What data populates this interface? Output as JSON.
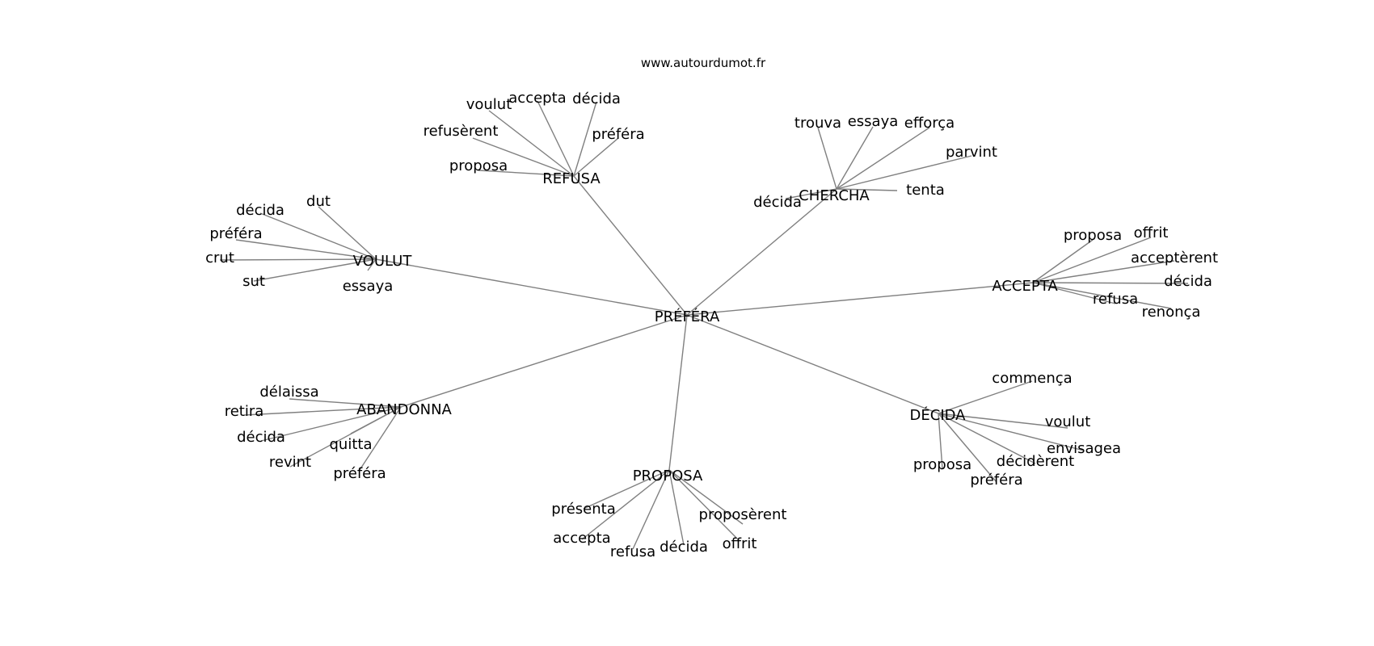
{
  "site": "www.autourdumot.fr",
  "colors": {
    "edge": "#808080",
    "text": "#000000",
    "background": "#ffffff"
  },
  "diagram": {
    "center": "PRÉFÉRA",
    "branches": [
      {
        "hub": "REFUSA",
        "leaves": [
          "voulut",
          "accepta",
          "décida",
          "refusèrent",
          "préféra",
          "proposa"
        ]
      },
      {
        "hub": "CHERCHA",
        "leaves": [
          "trouva",
          "essaya",
          "efforça",
          "parvint",
          "tenta",
          "décida"
        ]
      },
      {
        "hub": "VOULUT",
        "leaves": [
          "dut",
          "décida",
          "préféra",
          "crut",
          "sut",
          "essaya"
        ]
      },
      {
        "hub": "ACCEPTA",
        "leaves": [
          "proposa",
          "offrit",
          "acceptèrent",
          "décida",
          "refusa",
          "renonça"
        ]
      },
      {
        "hub": "ABANDONNA",
        "leaves": [
          "délaissa",
          "retira",
          "décida",
          "quitta",
          "revint",
          "préféra"
        ]
      },
      {
        "hub": "DÉCIDA",
        "leaves": [
          "commença",
          "voulut",
          "envisagea",
          "décidèrent",
          "préféra",
          "proposa"
        ]
      },
      {
        "hub": "PROPOSA",
        "leaves": [
          "présenta",
          "proposèrent",
          "accepta",
          "refusa",
          "décida",
          "offrit"
        ]
      }
    ]
  }
}
